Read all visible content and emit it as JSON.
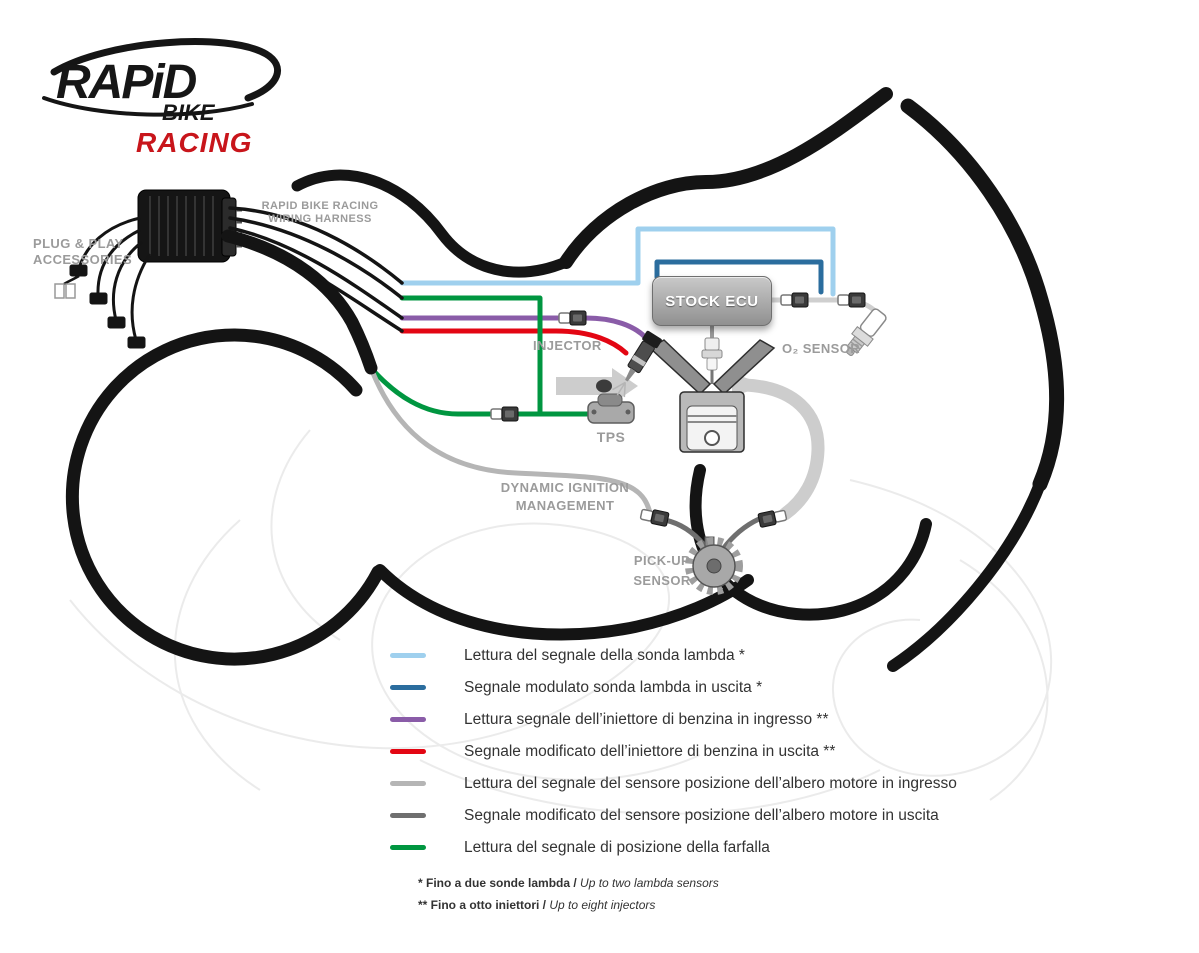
{
  "colors": {
    "lightblue": "#9fd0ee",
    "darkblue": "#2b6d9e",
    "purple": "#8a5ca8",
    "red": "#e30613",
    "graylight": "#b5b5b5",
    "graydark": "#6f6f6f",
    "green": "#009640"
  },
  "logo": {
    "rapid": "RAPiD",
    "bike": "BIKE",
    "racing": "RACING"
  },
  "labels": {
    "plug_play_line1": "PLUG & PLAY",
    "plug_play_line2": "ACCESSORIES",
    "harness_line1": "RAPID BIKE RACING",
    "harness_line2": "WIRING HARNESS",
    "stock_ecu": "STOCK ECU",
    "injector": "INJECTOR",
    "o2_sensor": "O₂ SENSOR",
    "tps": "TPS",
    "dim_line1": "DYNAMIC IGNITION",
    "dim_line2": "MANAGEMENT",
    "pickup_line1": "PICK-UP",
    "pickup_line2": "SENSOR"
  },
  "legend": {
    "items": [
      {
        "color": "#9fd0ee",
        "label": "Lettura del segnale della sonda lambda *"
      },
      {
        "color": "#2b6d9e",
        "label": "Segnale modulato sonda lambda in uscita *"
      },
      {
        "color": "#8a5ca8",
        "label": "Lettura segnale dell’iniettore di benzina in ingresso **"
      },
      {
        "color": "#e30613",
        "label": "Segnale modificato dell’iniettore di benzina in uscita **"
      },
      {
        "color": "#b5b5b5",
        "label": "Lettura del segnale del sensore posizione dell’albero motore in ingresso"
      },
      {
        "color": "#6f6f6f",
        "label": "Segnale modificato del sensore posizione dell’albero motore in uscita"
      },
      {
        "color": "#009640",
        "label": "Lettura del segnale di posizione della farfalla"
      }
    ]
  },
  "footnotes": [
    {
      "normal": "* Fino a due sonde lambda / ",
      "italic": "Up to two lambda sensors"
    },
    {
      "normal": "** Fino a otto iniettori / ",
      "italic": "Up to eight injectors"
    }
  ]
}
